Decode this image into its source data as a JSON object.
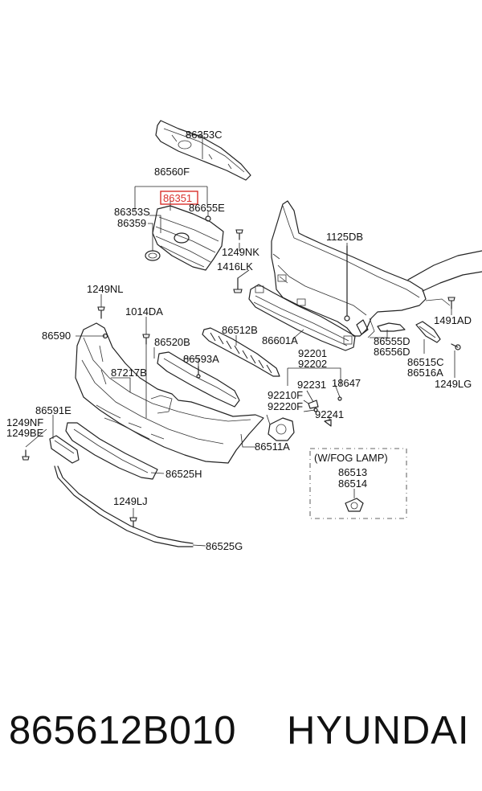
{
  "diagram": {
    "labels": {
      "l86353C": "86353C",
      "l86560F": "86560F",
      "l86351": "86351",
      "l86353S": "86353S",
      "l86655E": "86655E",
      "l86359": "86359",
      "l1249NK": "1249NK",
      "l1416LK": "1416LK",
      "l1125DB": "1125DB",
      "l1249NL": "1249NL",
      "l1014DA": "1014DA",
      "l86590": "86590",
      "l86520B": "86520B",
      "l86512B": "86512B",
      "l86601A": "86601A",
      "l86593A": "86593A",
      "l87217B": "87217B",
      "l92201": "92201",
      "l92202": "92202",
      "l92231": "92231",
      "l18647": "18647",
      "l92210F": "92210F",
      "l92220F": "92220F",
      "l92241": "92241",
      "l86591E": "86591E",
      "l1249NF": "1249NF",
      "l1249BE": "1249BE",
      "l86511A": "86511A",
      "l86525H": "86525H",
      "l1249LJ": "1249LJ",
      "l86525G": "86525G",
      "l1491AD": "1491AD",
      "l86555D": "86555D",
      "l86556D": "86556D",
      "l86515C": "86515C",
      "l86516A": "86516A",
      "l1249LG": "1249LG",
      "fog_title": "(W/FOG LAMP)",
      "l86513": "86513",
      "l86514": "86514"
    },
    "highlight_color": "#d9302c"
  },
  "footer": {
    "part_number": "865612B010",
    "brand": "HYUNDAI"
  }
}
